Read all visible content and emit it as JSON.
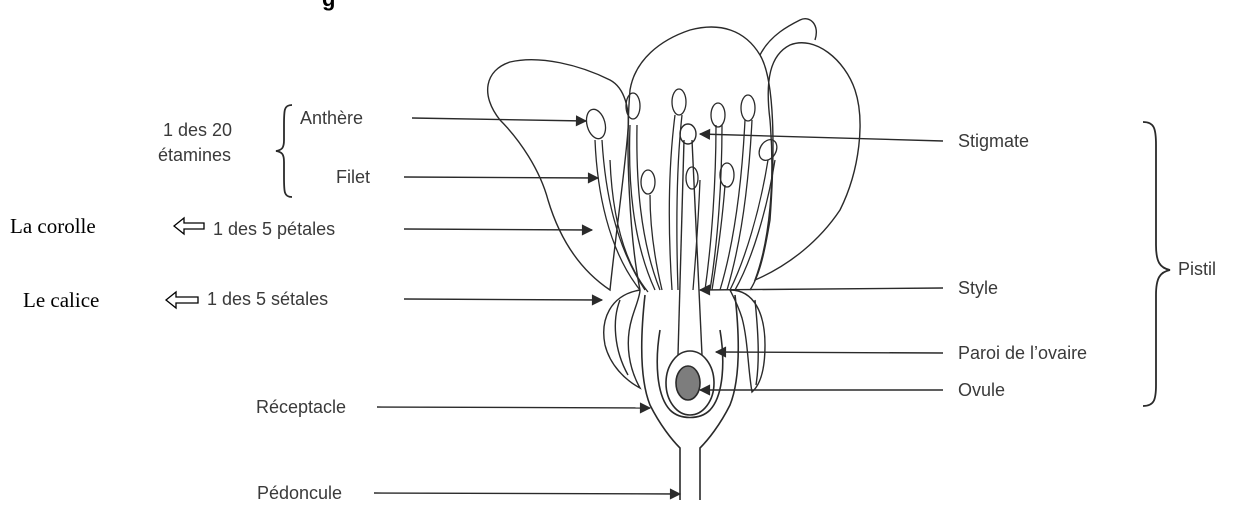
{
  "diagram": {
    "title_fragment": "g",
    "stamens_group": {
      "count_label_line1": "1 des 20",
      "count_label_line2": "étamines"
    },
    "labels_left": {
      "anthere": "Anthère",
      "filet": "Filet",
      "petale": "1 des 5 pétales",
      "sepale": "1 des 5 sétales",
      "receptacle": "Réceptacle",
      "pedoncule": "Pédoncule"
    },
    "group_labels": {
      "corolle": "La corolle",
      "calice": "Le calice"
    },
    "labels_right": {
      "stigmate": "Stigmate",
      "style": "Style",
      "paroi": "Paroi de l’ovaire",
      "ovule": "Ovule"
    },
    "pistil_group": "Pistil"
  },
  "colors": {
    "line": "#2a2a2a",
    "text": "#3a3a3a",
    "ovule_fill": "#7d7d7d"
  }
}
